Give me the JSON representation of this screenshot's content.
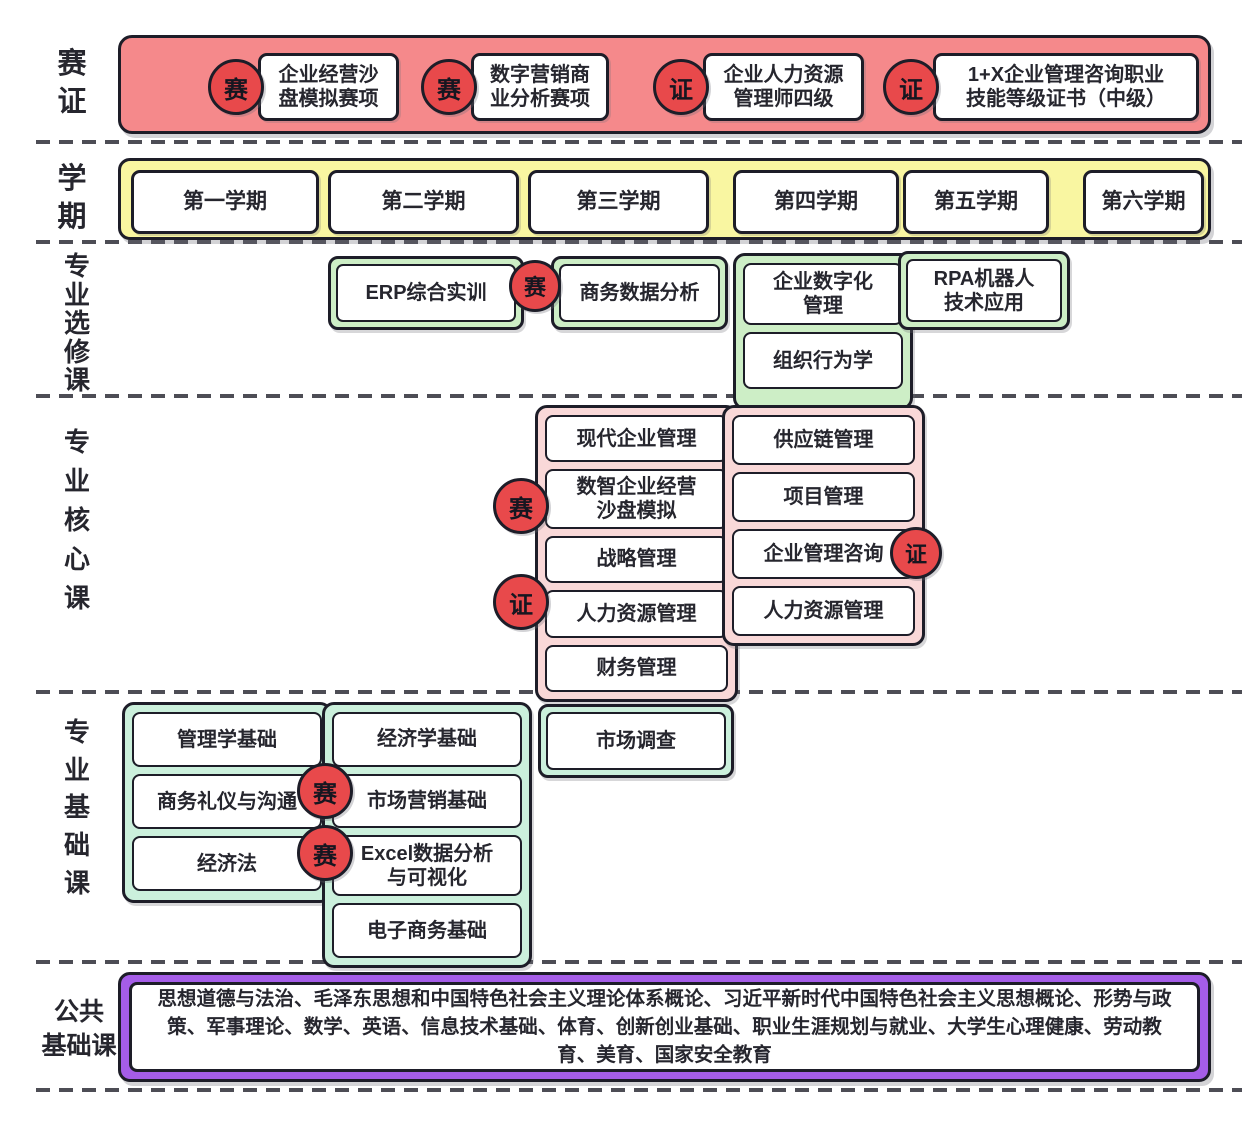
{
  "colors": {
    "band_red": "#f5898b",
    "badge_red": "#e8494b",
    "band_yellow": "#f9f6a1",
    "band_green": "#cdeec6",
    "band_pink": "#f9d8d8",
    "band_mint": "#cbf0dc",
    "band_purple": "#a55de8",
    "border_dark": "#1d1d28"
  },
  "rows": {
    "saizheng": {
      "label": "赛证",
      "items": [
        {
          "badge": "赛",
          "text": "企业经营沙盘模拟赛项"
        },
        {
          "badge": "赛",
          "text": "数字营销商业分析赛项"
        },
        {
          "badge": "证",
          "text": "企业人力资源管理师四级"
        },
        {
          "badge": "证",
          "text": "1+X企业管理咨询职业技能等级证书（中级）"
        }
      ]
    },
    "semester": {
      "label": "学期",
      "items": [
        "第一学期",
        "第二学期",
        "第三学期",
        "第四学期",
        "第五学期",
        "第六学期"
      ]
    },
    "electives": {
      "label": "专业选修课",
      "erp": "ERP综合实训",
      "badge": "赛",
      "bi": "商务数据分析",
      "group": [
        "企业数字化管理",
        "组织行为学"
      ],
      "rpa": "RPA机器人技术应用"
    },
    "core": {
      "label": "专业核心课",
      "left": [
        "现代企业管理",
        "数智企业经营沙盘模拟",
        "战略管理",
        "人力资源管理",
        "财务管理"
      ],
      "right": [
        "供应链管理",
        "项目管理",
        "企业管理咨询",
        "人力资源管理"
      ],
      "badges": {
        "sai": "赛",
        "zheng_left": "证",
        "zheng_right": "证"
      }
    },
    "foundation": {
      "label": "专业基础课",
      "left": [
        "管理学基础",
        "商务礼仪与沟通",
        "经济法"
      ],
      "middle": [
        "经济学基础",
        "市场营销基础",
        "Excel数据分析与可视化",
        "电子商务基础"
      ],
      "badges": {
        "b1": "赛",
        "b2": "赛"
      },
      "survey": "市场调查"
    },
    "public": {
      "label_line1": "公共",
      "label_line2": "基础课",
      "text": "思想道德与法治、毛泽东思想和中国特色社会主义理论体系概论、习近平新时代中国特色社会主义思想概论、形势与政策、军事理论、数学、英语、信息技术基础、体育、创新创业基础、职业生涯规划与就业、大学生心理健康、劳动教育、美育、国家安全教育"
    }
  }
}
